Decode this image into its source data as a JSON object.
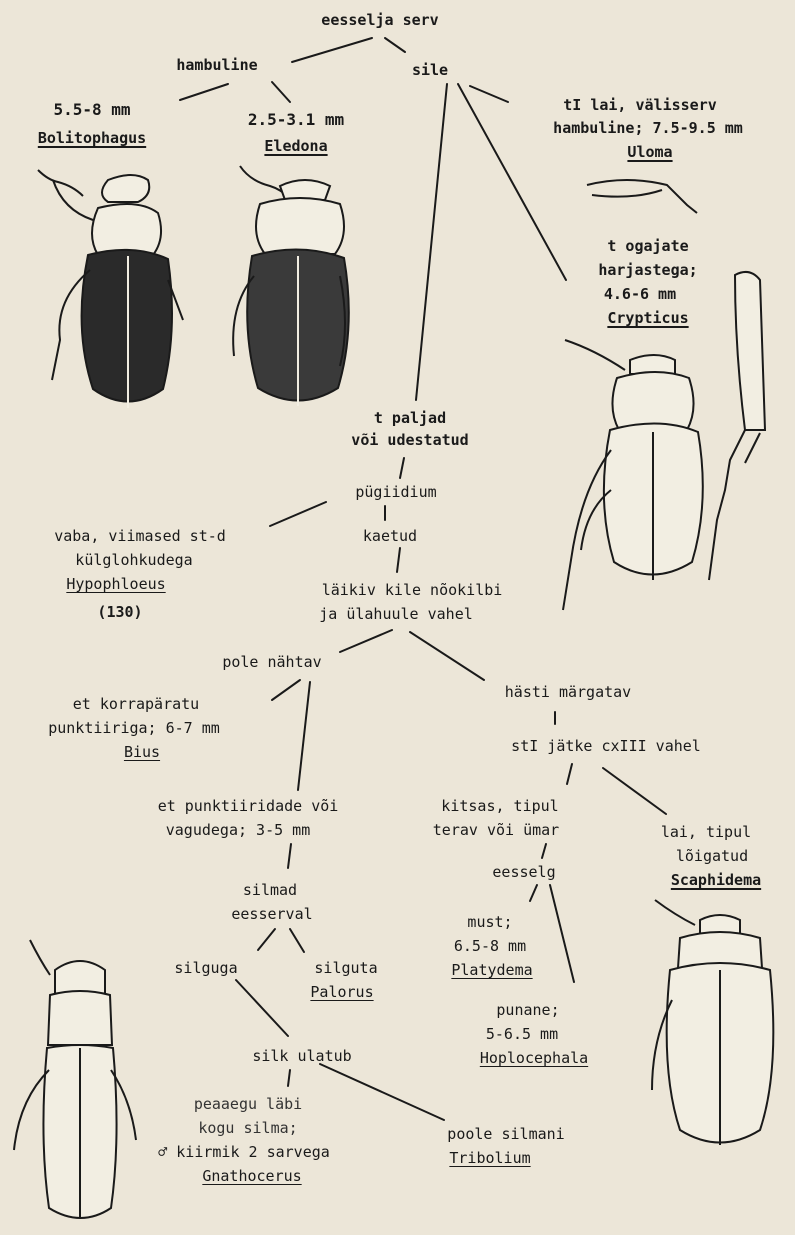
{
  "nodes": {
    "root": "eesselja serv",
    "hambuline": "hambuline",
    "sile": "sile",
    "bolitophagus_size": "5.5-8 mm",
    "bolitophagus": "Bolitophagus",
    "eledona_size": "2.5-3.1 mm",
    "eledona": "Eledona",
    "uloma_desc1": "tI lai, välisserv",
    "uloma_desc2": "hambuline; 7.5-9.5 mm",
    "uloma": "Uloma",
    "crypticus_desc1": "t ogajate",
    "crypticus_desc2": "harjastega;",
    "crypticus_desc3": "4.6-6 mm",
    "crypticus": "Crypticus",
    "paljad1": "t paljad",
    "paljad2": "või udestatud",
    "pygiidium": "pügiidium",
    "vaba1": "vaba, viimased st-d",
    "vaba2": "külglohkudega",
    "hypophloeus": "Hypophloeus",
    "page_ref": "(130)",
    "kaetud": "kaetud",
    "laikiv1": "läikiv kile nõokilbi",
    "laikiv2": "ja ülahuule vahel",
    "pole_nahtav": "pole nähtav",
    "hasti": "hästi märgatav",
    "bius_desc1": "et korrapäratu",
    "bius_desc2": "punktiiriga; 6-7 mm",
    "bius": "Bius",
    "st_jatke": "stI jätke cxIII vahel",
    "punktiir1": "et punktiiridade või",
    "punktiir2": "vagudega; 3-5 mm",
    "kitsas1": "kitsas, tipul",
    "kitsas2": "terav või ümar",
    "lai1": "lai, tipul",
    "lai2": "lõigatud",
    "scaphidema": "Scaphidema",
    "silmad1": "silmad",
    "silmad2": "eesserval",
    "eesselg": "eesselg",
    "silguga": "silguga",
    "silguta": "silguta",
    "palorus": "Palorus",
    "must1": "must;",
    "must2": "6.5-8 mm",
    "platydema": "Platydema",
    "punane1": "punane;",
    "punane2": "5-6.5 mm",
    "hoplocephala": "Hoplocephala",
    "silk_ulatub": "silk ulatub",
    "peaaegu1": "peaaegu läbi",
    "peaaegu2": "kogu silma;",
    "peaaegu3": "♂ kiirmik 2 sarvega",
    "gnathocerus": "Gnathocerus",
    "poole1": "poole silmani",
    "tribolium": "Tribolium"
  },
  "icons": [
    "bolitophagus-beetle-icon",
    "eledona-beetle-icon",
    "uloma-leg-icon",
    "crypticus-beetle-icon",
    "crypticus-leg-icon",
    "gnathocerus-beetle-icon",
    "scaphidema-beetle-icon"
  ]
}
